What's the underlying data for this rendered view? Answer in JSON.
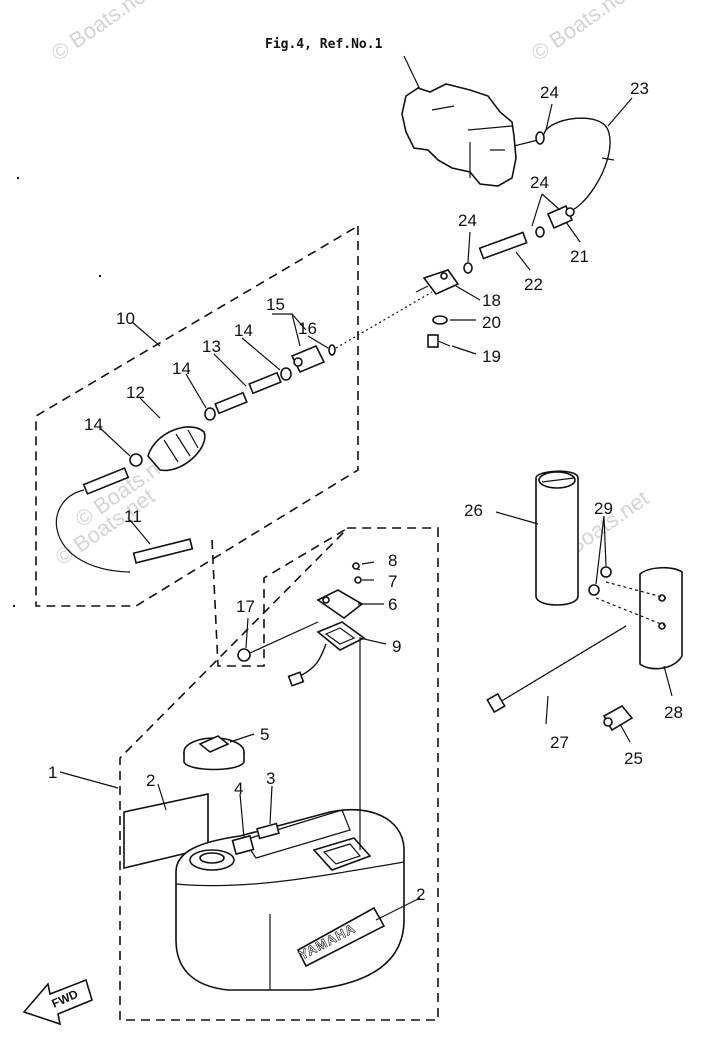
{
  "watermarks": [
    "© Boats.net",
    "© Boats.net",
    "© Boats.net",
    "© Boats.net",
    "© Boats.net"
  ],
  "figure_ref": "Fig.4, Ref.No.1",
  "brand_text": "YAMAHA",
  "fwd_label": "FWD",
  "callouts": [
    "1",
    "2",
    "2",
    "3",
    "4",
    "5",
    "6",
    "7",
    "8",
    "9",
    "10",
    "11",
    "12",
    "13",
    "14",
    "14",
    "14",
    "14",
    "15",
    "16",
    "17",
    "18",
    "19",
    "20",
    "21",
    "22",
    "23",
    "24",
    "24",
    "24",
    "25",
    "26",
    "27",
    "28",
    "29"
  ]
}
